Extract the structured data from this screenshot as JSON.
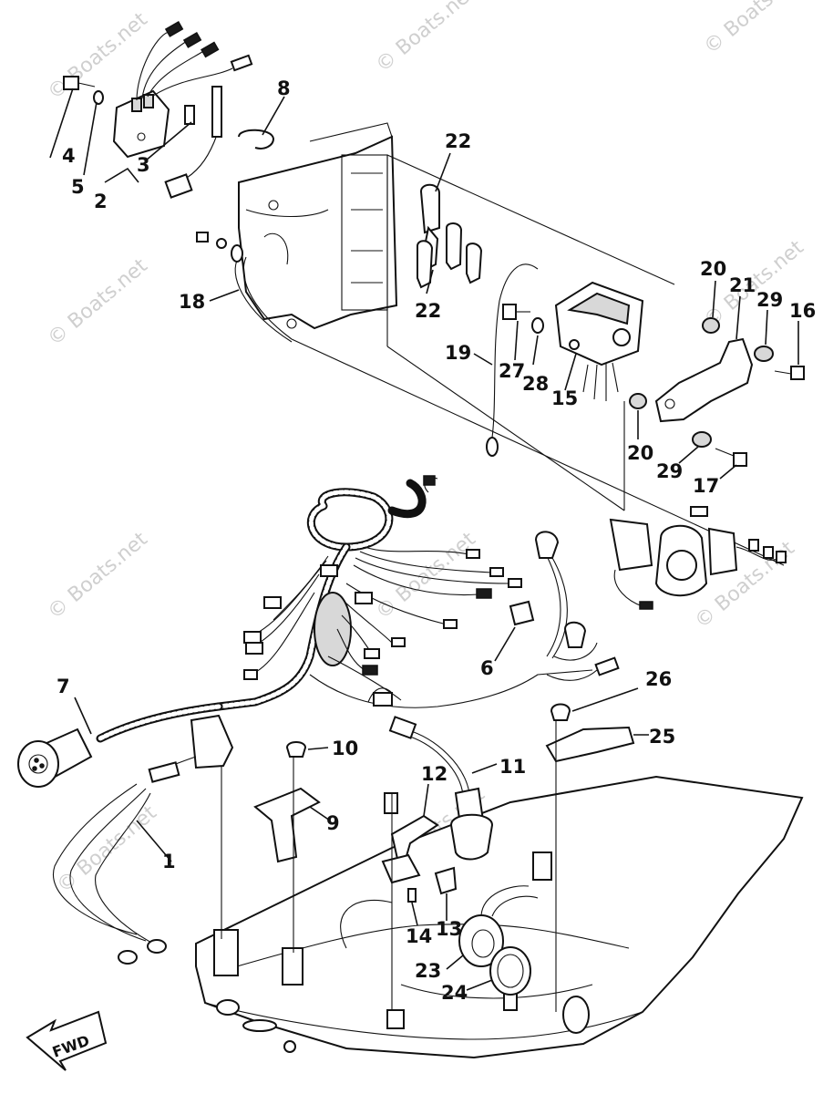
{
  "callouts": {
    "c1": "1",
    "c2": "2",
    "c3": "3",
    "c4": "4",
    "c5": "5",
    "c6": "6",
    "c7": "7",
    "c8": "8",
    "c9": "9",
    "c10": "10",
    "c11": "11",
    "c12": "12",
    "c13": "13",
    "c14": "14",
    "c15": "15",
    "c16": "16",
    "c17": "17",
    "c18": "18",
    "c19": "19",
    "c20a": "20",
    "c20b": "20",
    "c21": "21",
    "c22a": "22",
    "c22b": "22",
    "c23": "23",
    "c24": "24",
    "c25": "25",
    "c26": "26",
    "c27": "27",
    "c28": "28",
    "c29a": "29",
    "c29b": "29"
  },
  "direction_label": "FWD",
  "watermark": "© Boats.net"
}
